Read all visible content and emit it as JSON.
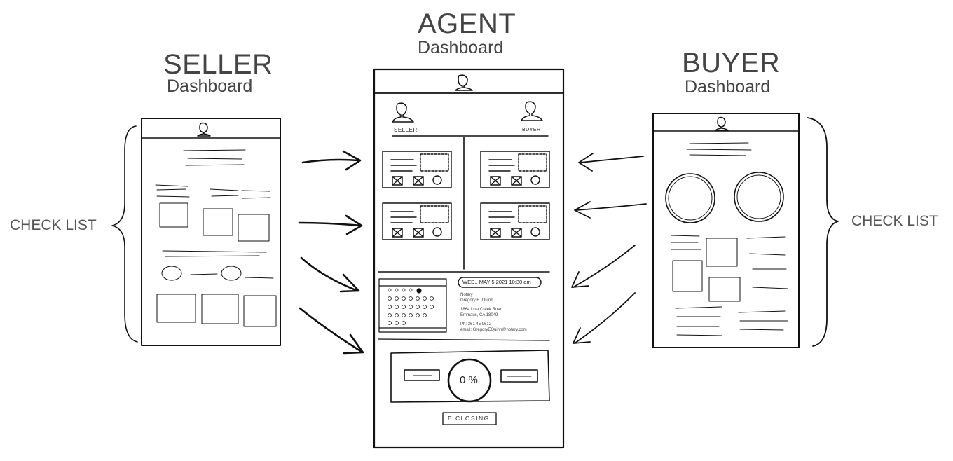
{
  "seller": {
    "title": "SELLER",
    "subtitle": "Dashboard",
    "side_label": "CHECK LIST"
  },
  "agent": {
    "title": "AGENT",
    "subtitle": "Dashboard",
    "seller_label": "SELLER",
    "buyer_label": "BUYER",
    "appointment": {
      "datetime": "WED., MAY 5 2021 10:30 am",
      "role": "Notary",
      "name": "Gregory E. Quinn",
      "address1": "1864 Lost Creek Road",
      "address2": "Emmaus, CA 18049",
      "phone": "Ph: 361 45 9612",
      "email": "email: GregoryEQuinn@notary.com"
    },
    "progress": "0 %",
    "closing_button": "E CLOSING"
  },
  "buyer": {
    "title": "BUYER",
    "subtitle": "Dashboard",
    "side_label": "CHECK LIST"
  },
  "colors": {
    "ink": "#111111",
    "title": "#444444",
    "background": "#ffffff"
  }
}
